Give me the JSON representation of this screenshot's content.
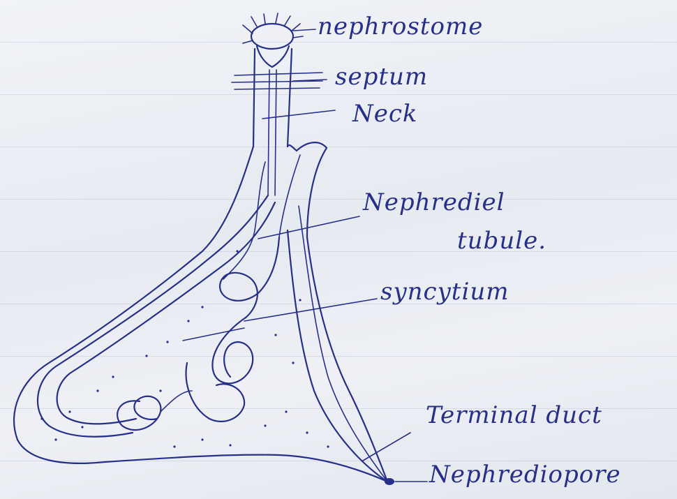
{
  "diagram": {
    "labels": {
      "nephrostome": "nephrostome",
      "septum": "septum",
      "neck": "Neck",
      "tubule_line1": "Nephrediel",
      "tubule_line2": "tubule.",
      "syncytium": "syncytium",
      "terminal_duct": "Terminal duct",
      "nephridiopore": "Nephrediopore"
    },
    "ink_color": "#26308a",
    "paper_color": "#eef0f5"
  }
}
